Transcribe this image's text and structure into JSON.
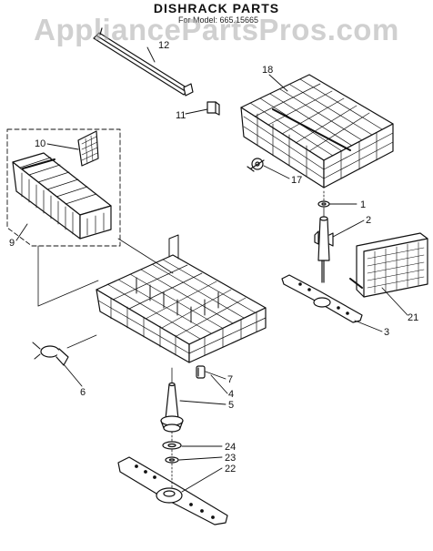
{
  "title": "DISHRACK PARTS",
  "subtitle": "For Model: 665.15665",
  "watermark": "AppliancePartsPros.com",
  "parts": [
    {
      "id": "p1",
      "label": "1"
    },
    {
      "id": "p2",
      "label": "2"
    },
    {
      "id": "p3",
      "label": "3"
    },
    {
      "id": "p4",
      "label": "4"
    },
    {
      "id": "p5",
      "label": "5"
    },
    {
      "id": "p6",
      "label": "6"
    },
    {
      "id": "p7",
      "label": "7"
    },
    {
      "id": "p9",
      "label": "9"
    },
    {
      "id": "p10",
      "label": "10"
    },
    {
      "id": "p11",
      "label": "11"
    },
    {
      "id": "p12",
      "label": "12"
    },
    {
      "id": "p17",
      "label": "17"
    },
    {
      "id": "p18",
      "label": "18"
    },
    {
      "id": "p21",
      "label": "21"
    },
    {
      "id": "p22",
      "label": "22"
    },
    {
      "id": "p23",
      "label": "23"
    },
    {
      "id": "p24",
      "label": "24"
    }
  ],
  "colors": {
    "ink": "#111111",
    "watermark": "#aaaaaa"
  }
}
